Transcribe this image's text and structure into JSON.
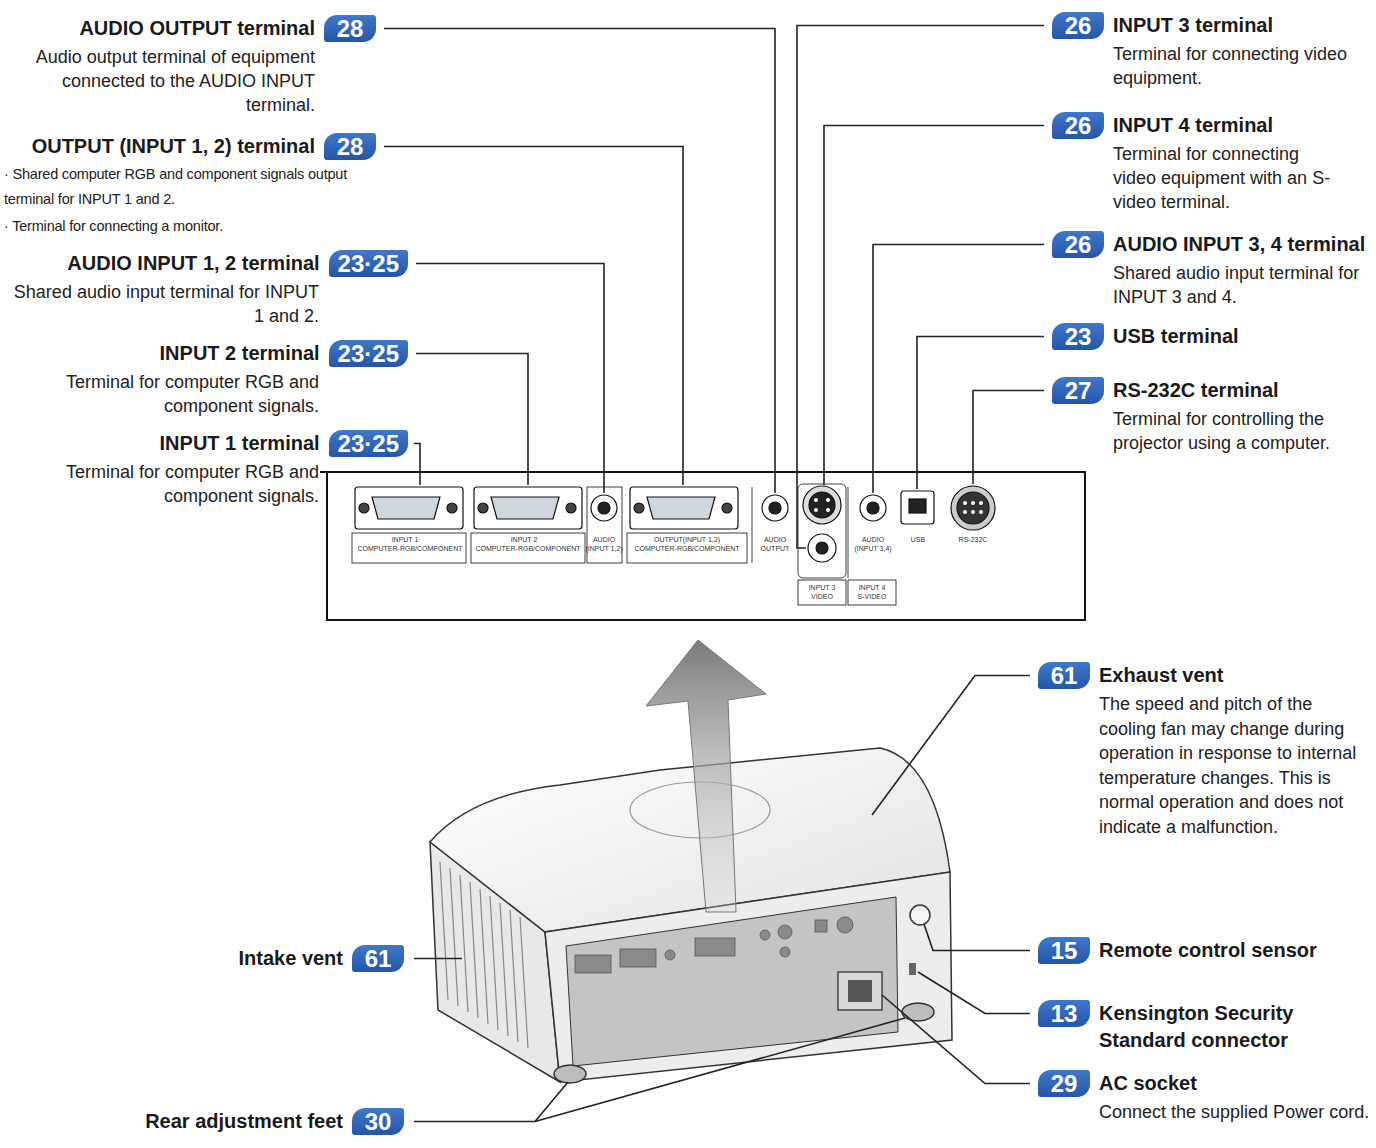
{
  "diagram": {
    "nodes": [
      {
        "text": [
          "28",
          "AUDIO OUTPUT terminal",
          "Audio output terminal of equipment connected to the AUDIO INPUT terminal."
        ]
      },
      {
        "text": [
          "28",
          "OUTPUT (INPUT 1, 2) terminal",
          "· Shared computer RGB and component signals output terminal for INPUT 1 and 2.",
          "· Terminal for connecting a monitor."
        ]
      },
      {
        "text": [
          "23·25",
          "AUDIO INPUT 1, 2 terminal",
          "Shared audio input terminal for INPUT 1 and 2."
        ]
      },
      {
        "text": [
          "23·25",
          "INPUT 2 terminal",
          "Terminal for computer RGB and component signals."
        ]
      },
      {
        "text": [
          "23·25",
          "INPUT 1 terminal",
          "Terminal for computer RGB and component signals."
        ]
      },
      {
        "text": [
          "26",
          "INPUT 3 terminal",
          "Terminal for connecting video equipment."
        ]
      },
      {
        "text": [
          "26",
          "INPUT 4 terminal",
          "Terminal for connecting video equipment with an S-video terminal."
        ]
      },
      {
        "text": [
          "26",
          "AUDIO INPUT 3, 4 terminal",
          "Shared audio input terminal for INPUT 3 and 4."
        ]
      },
      {
        "text": [
          "23",
          "USB terminal"
        ]
      },
      {
        "text": [
          "27",
          "RS-232C terminal",
          "Terminal for controlling the projector using a computer."
        ]
      },
      {
        "text": [
          "61",
          "Exhaust vent",
          "The speed and pitch of the cooling fan may change during operation in response to internal temperature changes. This is normal operation and does not indicate a malfunction."
        ]
      },
      {
        "text": [
          "15",
          "Remote control sensor"
        ]
      },
      {
        "text": [
          "13",
          "Kensington Security Standard connector"
        ]
      },
      {
        "text": [
          "29",
          "AC socket",
          "Connect the supplied Power cord."
        ]
      },
      {
        "text": [
          "61",
          "Intake vent"
        ]
      },
      {
        "text": [
          "30",
          "Rear adjustment feet"
        ]
      }
    ],
    "labels": [
      "INPUT 1",
      "COMPUTER-RGB/COMPONENT",
      "INPUT 2",
      "COMPUTER-RGB/COMPONENT",
      "AUDIO",
      "(INPUT 1,2)",
      "OUTPUT(INPUT 1,2)",
      "COMPUTER-RGB/COMPONENT",
      "AUDIO",
      "OUTPUT",
      "AUDIO",
      "(INPUT 3,4)",
      "USB",
      "RS-232C",
      "INPUT 3",
      "VIDEO",
      "INPUT 4",
      "S-VIDEO"
    ]
  }
}
